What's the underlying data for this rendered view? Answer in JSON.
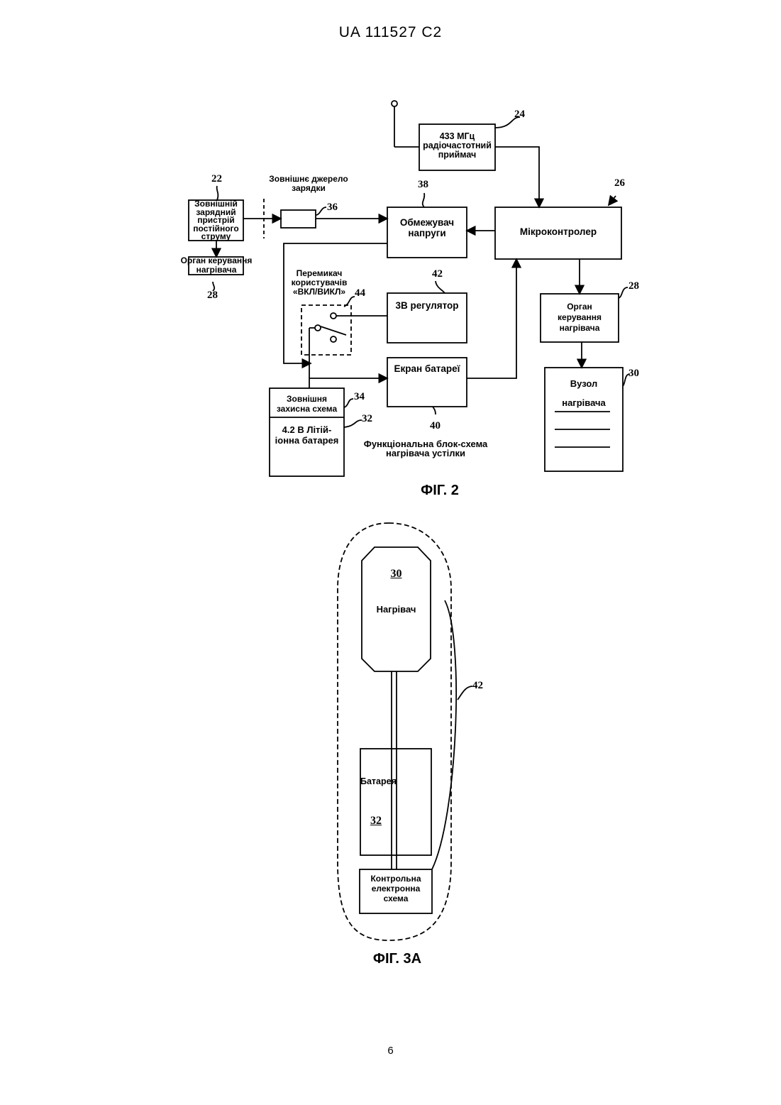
{
  "header": {
    "doc_id": "UA   111527   C2"
  },
  "fig2": {
    "caption": "ФІГ. 2",
    "blocks": {
      "receiver": {
        "line1": "433 МГц",
        "line2": "радіочастотний",
        "line3": "приймач",
        "ref": "24"
      },
      "microcontroller": {
        "label": "Мікроконтролер",
        "ref": "26"
      },
      "voltage_limiter": {
        "line1": "Обмежувач",
        "line2": "напруги",
        "ref": "38"
      },
      "charger": {
        "line1": "Зовнішній",
        "line2": "зарядний",
        "line3": "пристрій",
        "line4": "постійного",
        "line5": "струму",
        "ref": "22"
      },
      "external_source": {
        "line1": "Зовнішнє джерело",
        "line2": "зарядки"
      },
      "connector": {
        "ref": "36"
      },
      "heater_control_left": {
        "line1": "Орган керування",
        "line2": "нагрівача",
        "ref": "28"
      },
      "user_switch": {
        "line1": "Перемикач",
        "line2": "користувачів",
        "line3": "«ВКЛ/ВИКЛ»",
        "ref": "44"
      },
      "regulator": {
        "label": "3В регулятор",
        "ref": "42"
      },
      "battery_screen": {
        "label": "Екран батареї",
        "ref": "40"
      },
      "protection": {
        "line1": "Зовнішня",
        "line2": "захисна схема",
        "ref": "34"
      },
      "battery": {
        "line1": "4.2 В Літій-",
        "line2": "іонна батарея",
        "ref": "32"
      },
      "heater_control_right": {
        "line1": "Орган",
        "line2": "керування",
        "line3": "нагрівача",
        "ref": "28"
      },
      "heater_node": {
        "line1": "Вузол",
        "line2": "нагрівача",
        "ref": "30"
      },
      "description": {
        "line1": "Функціональна блок-схема",
        "line2": "нагрівача устілки"
      }
    }
  },
  "fig3a": {
    "caption": "ФІГ. 3А",
    "heater": {
      "ref": "30",
      "label": "Нагрівач"
    },
    "wire_ref": "42",
    "battery": {
      "label": "Батарея",
      "ref": "32"
    },
    "control": {
      "line1": "Контрольна",
      "line2": "електронна",
      "line3": "схема"
    }
  },
  "footer": {
    "page_number": "6"
  }
}
